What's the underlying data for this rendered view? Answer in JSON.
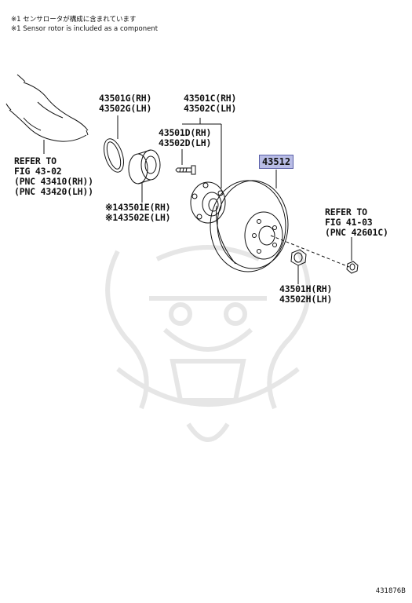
{
  "notes": {
    "japanese": "※1 センサロータが構成に含まれています",
    "english": "※1 Sensor rotor is included as a component"
  },
  "labels": {
    "snap_ring": [
      "43501G(RH)",
      "43502G(LH)"
    ],
    "hub": [
      "43501C(RH)",
      "43502C(LH)"
    ],
    "hub_bolt": [
      "43501D(RH)",
      "43502D(LH)"
    ],
    "bearing": [
      "※143501E(RH)",
      "※143502E(LH)"
    ],
    "nut": [
      "43501H(RH)",
      "43502H(LH)"
    ],
    "refer_left": [
      "REFER TO",
      "FIG 43-02",
      "(PNC 43410(RH))",
      "(PNC 43420(LH))"
    ],
    "refer_right": [
      "REFER TO",
      "FIG 41-03",
      "(PNC 42601C)"
    ]
  },
  "highlight_part": "43512",
  "diagram_code": "431876B",
  "colors": {
    "highlight_fill": "#b9bde6",
    "highlight_border": "#5a5fa8",
    "line": "#111111",
    "watermark": "#e6e6e6"
  }
}
